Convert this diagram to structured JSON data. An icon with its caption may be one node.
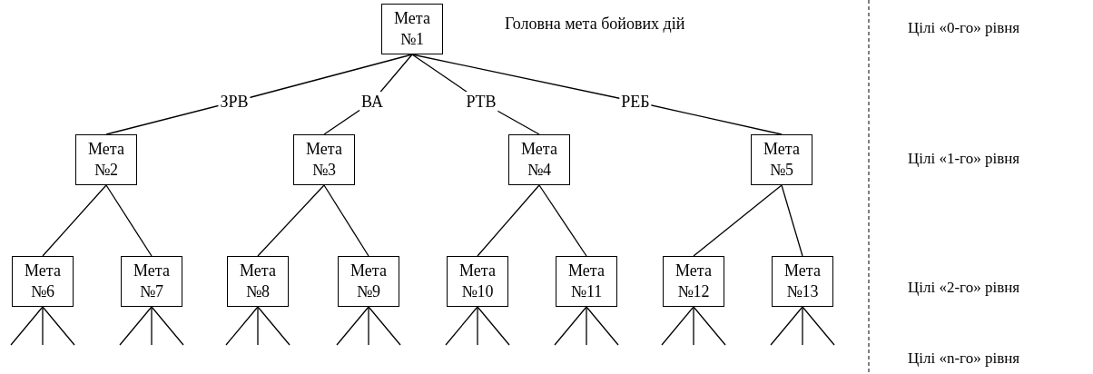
{
  "diagram": {
    "nodes": [
      {
        "text": [
          "Мета №1"
        ],
        "beside": [
          "Головна мета бойових дій"
        ]
      },
      {
        "text": [
          "Мета №2"
        ]
      },
      {
        "text": [
          "Мета №3"
        ]
      },
      {
        "text": [
          "Мета №4"
        ]
      },
      {
        "text": [
          "Мета №5"
        ]
      },
      {
        "text": [
          "Мета №6"
        ]
      },
      {
        "text": [
          "Мета №7"
        ]
      },
      {
        "text": [
          "Мета №8"
        ]
      },
      {
        "text": [
          "Мета №9"
        ]
      },
      {
        "text": [
          "Мета №10"
        ]
      },
      {
        "text": [
          "Мета №11"
        ]
      },
      {
        "text": [
          "Мета №12"
        ]
      },
      {
        "text": [
          "Мета №13"
        ]
      }
    ],
    "edges": [
      {
        "from": 0,
        "to": 1,
        "arrow": "none",
        "label": "ЗРВ"
      },
      {
        "from": 0,
        "to": 2,
        "arrow": "none",
        "label": "ВА"
      },
      {
        "from": 0,
        "to": 3,
        "arrow": "none",
        "label": "РТВ"
      },
      {
        "from": 0,
        "to": 4,
        "arrow": "none",
        "label": "РЕБ"
      },
      {
        "from": 1,
        "to": 5,
        "arrow": "none"
      },
      {
        "from": 1,
        "to": 6,
        "arrow": "none"
      },
      {
        "from": 2,
        "to": 7,
        "arrow": "none"
      },
      {
        "from": 2,
        "to": 8,
        "arrow": "none"
      },
      {
        "from": 3,
        "to": 9,
        "arrow": "none"
      },
      {
        "from": 3,
        "to": 10,
        "arrow": "none"
      },
      {
        "from": 4,
        "to": 11,
        "arrow": "none"
      },
      {
        "from": 4,
        "to": 12,
        "arrow": "none"
      },
      {
        "from": 5,
        "to": null,
        "arrow": "none"
      },
      {
        "from": 5,
        "to": null,
        "arrow": "none"
      },
      {
        "from": 5,
        "to": null,
        "arrow": "none"
      },
      {
        "from": 6,
        "to": null,
        "arrow": "none"
      },
      {
        "from": 6,
        "to": null,
        "arrow": "none"
      },
      {
        "from": 6,
        "to": null,
        "arrow": "none"
      },
      {
        "from": 7,
        "to": null,
        "arrow": "none"
      },
      {
        "from": 7,
        "to": null,
        "arrow": "none"
      },
      {
        "from": 7,
        "to": null,
        "arrow": "none"
      },
      {
        "from": 8,
        "to": null,
        "arrow": "none"
      },
      {
        "from": 8,
        "to": null,
        "arrow": "none"
      },
      {
        "from": 8,
        "to": null,
        "arrow": "none"
      },
      {
        "from": 9,
        "to": null,
        "arrow": "none"
      },
      {
        "from": 9,
        "to": null,
        "arrow": "none"
      },
      {
        "from": 9,
        "to": null,
        "arrow": "none"
      },
      {
        "from": 10,
        "to": null,
        "arrow": "none"
      },
      {
        "from": 10,
        "to": null,
        "arrow": "none"
      },
      {
        "from": 10,
        "to": null,
        "arrow": "none"
      },
      {
        "from": 11,
        "to": null,
        "arrow": "none"
      },
      {
        "from": 11,
        "to": null,
        "arrow": "none"
      },
      {
        "from": 11,
        "to": null,
        "arrow": "none"
      },
      {
        "from": 12,
        "to": null,
        "arrow": "none"
      },
      {
        "from": 12,
        "to": null,
        "arrow": "none"
      },
      {
        "from": 12,
        "to": null,
        "arrow": "none"
      }
    ],
    "labels": [
      "Цілі «0-го» рівня",
      "Цілі «1-го» рівня",
      "Цілі «2-го» рівня",
      "Цілі «n-го» рівня"
    ]
  }
}
